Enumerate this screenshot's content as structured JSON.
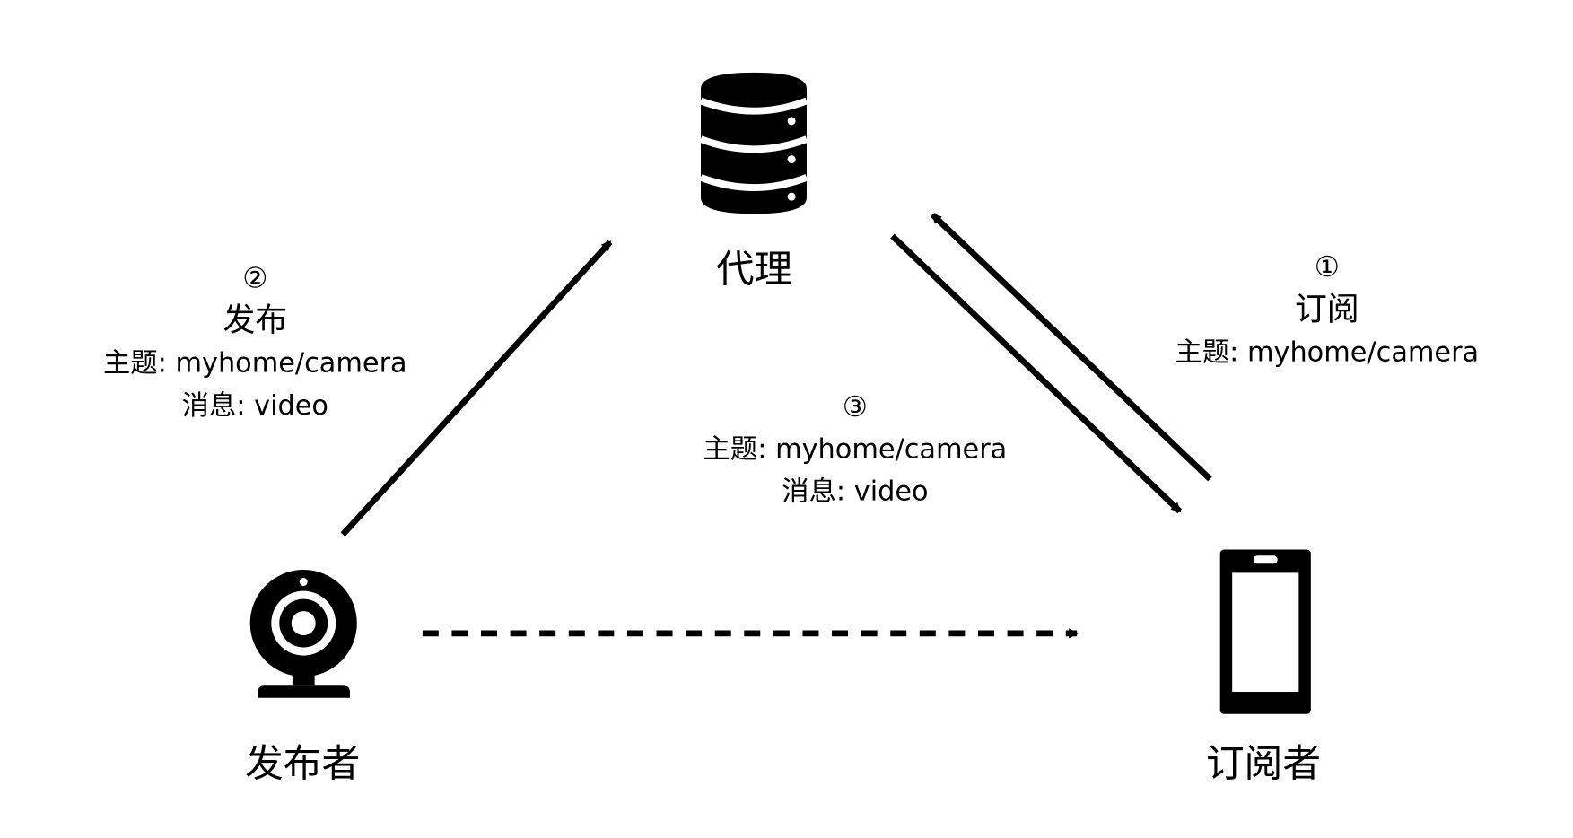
{
  "diagram": {
    "title": "MQTT publish/subscribe",
    "colors": {
      "stroke": "#000000",
      "background": "#ffffff"
    },
    "nodes": {
      "broker": {
        "label": "代理",
        "icon": "database-icon"
      },
      "publisher": {
        "label": "发布者",
        "icon": "webcam-icon"
      },
      "subscriber": {
        "label": "订阅者",
        "icon": "smartphone-icon"
      }
    },
    "steps": {
      "subscribe": {
        "number": "①",
        "action": "订阅",
        "topic": "主题: myhome/camera"
      },
      "publish": {
        "number": "②",
        "action": "发布",
        "topic": "主题: myhome/camera",
        "message": "消息: video"
      },
      "deliver": {
        "number": "③",
        "topic": "主题: myhome/camera",
        "message": "消息: video"
      }
    },
    "edges": [
      {
        "from": "publisher",
        "to": "broker",
        "style": "solid",
        "step": "②"
      },
      {
        "from": "subscriber",
        "to": "broker",
        "style": "solid",
        "step": "①"
      },
      {
        "from": "broker",
        "to": "subscriber",
        "style": "solid",
        "step": "③"
      },
      {
        "from": "publisher",
        "to": "subscriber",
        "style": "dashed",
        "step": ""
      }
    ]
  }
}
